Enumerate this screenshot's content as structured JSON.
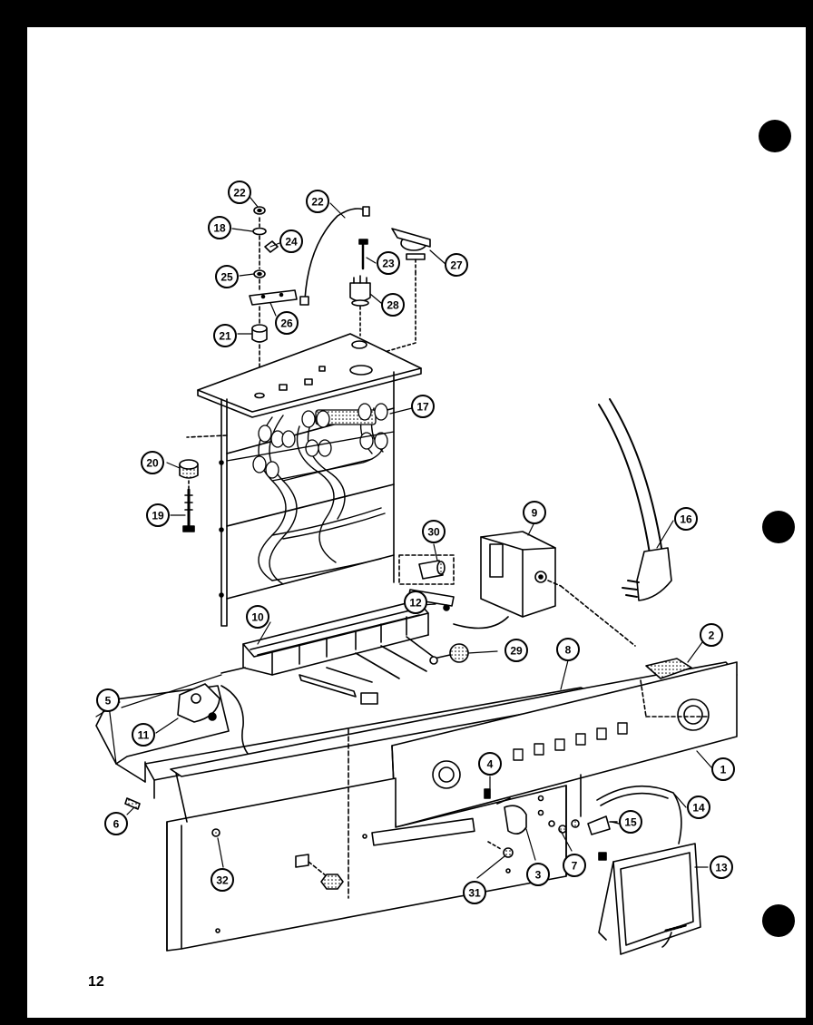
{
  "page_number": "12",
  "callouts": [
    "22",
    "18",
    "24",
    "25",
    "22",
    "23",
    "27",
    "26",
    "28",
    "21",
    "17",
    "20",
    "19",
    "16",
    "9",
    "30",
    "12",
    "29",
    "10",
    "8",
    "2",
    "5",
    "11",
    "1",
    "4",
    "14",
    "15",
    "6",
    "13",
    "32",
    "3",
    "7",
    "31"
  ]
}
